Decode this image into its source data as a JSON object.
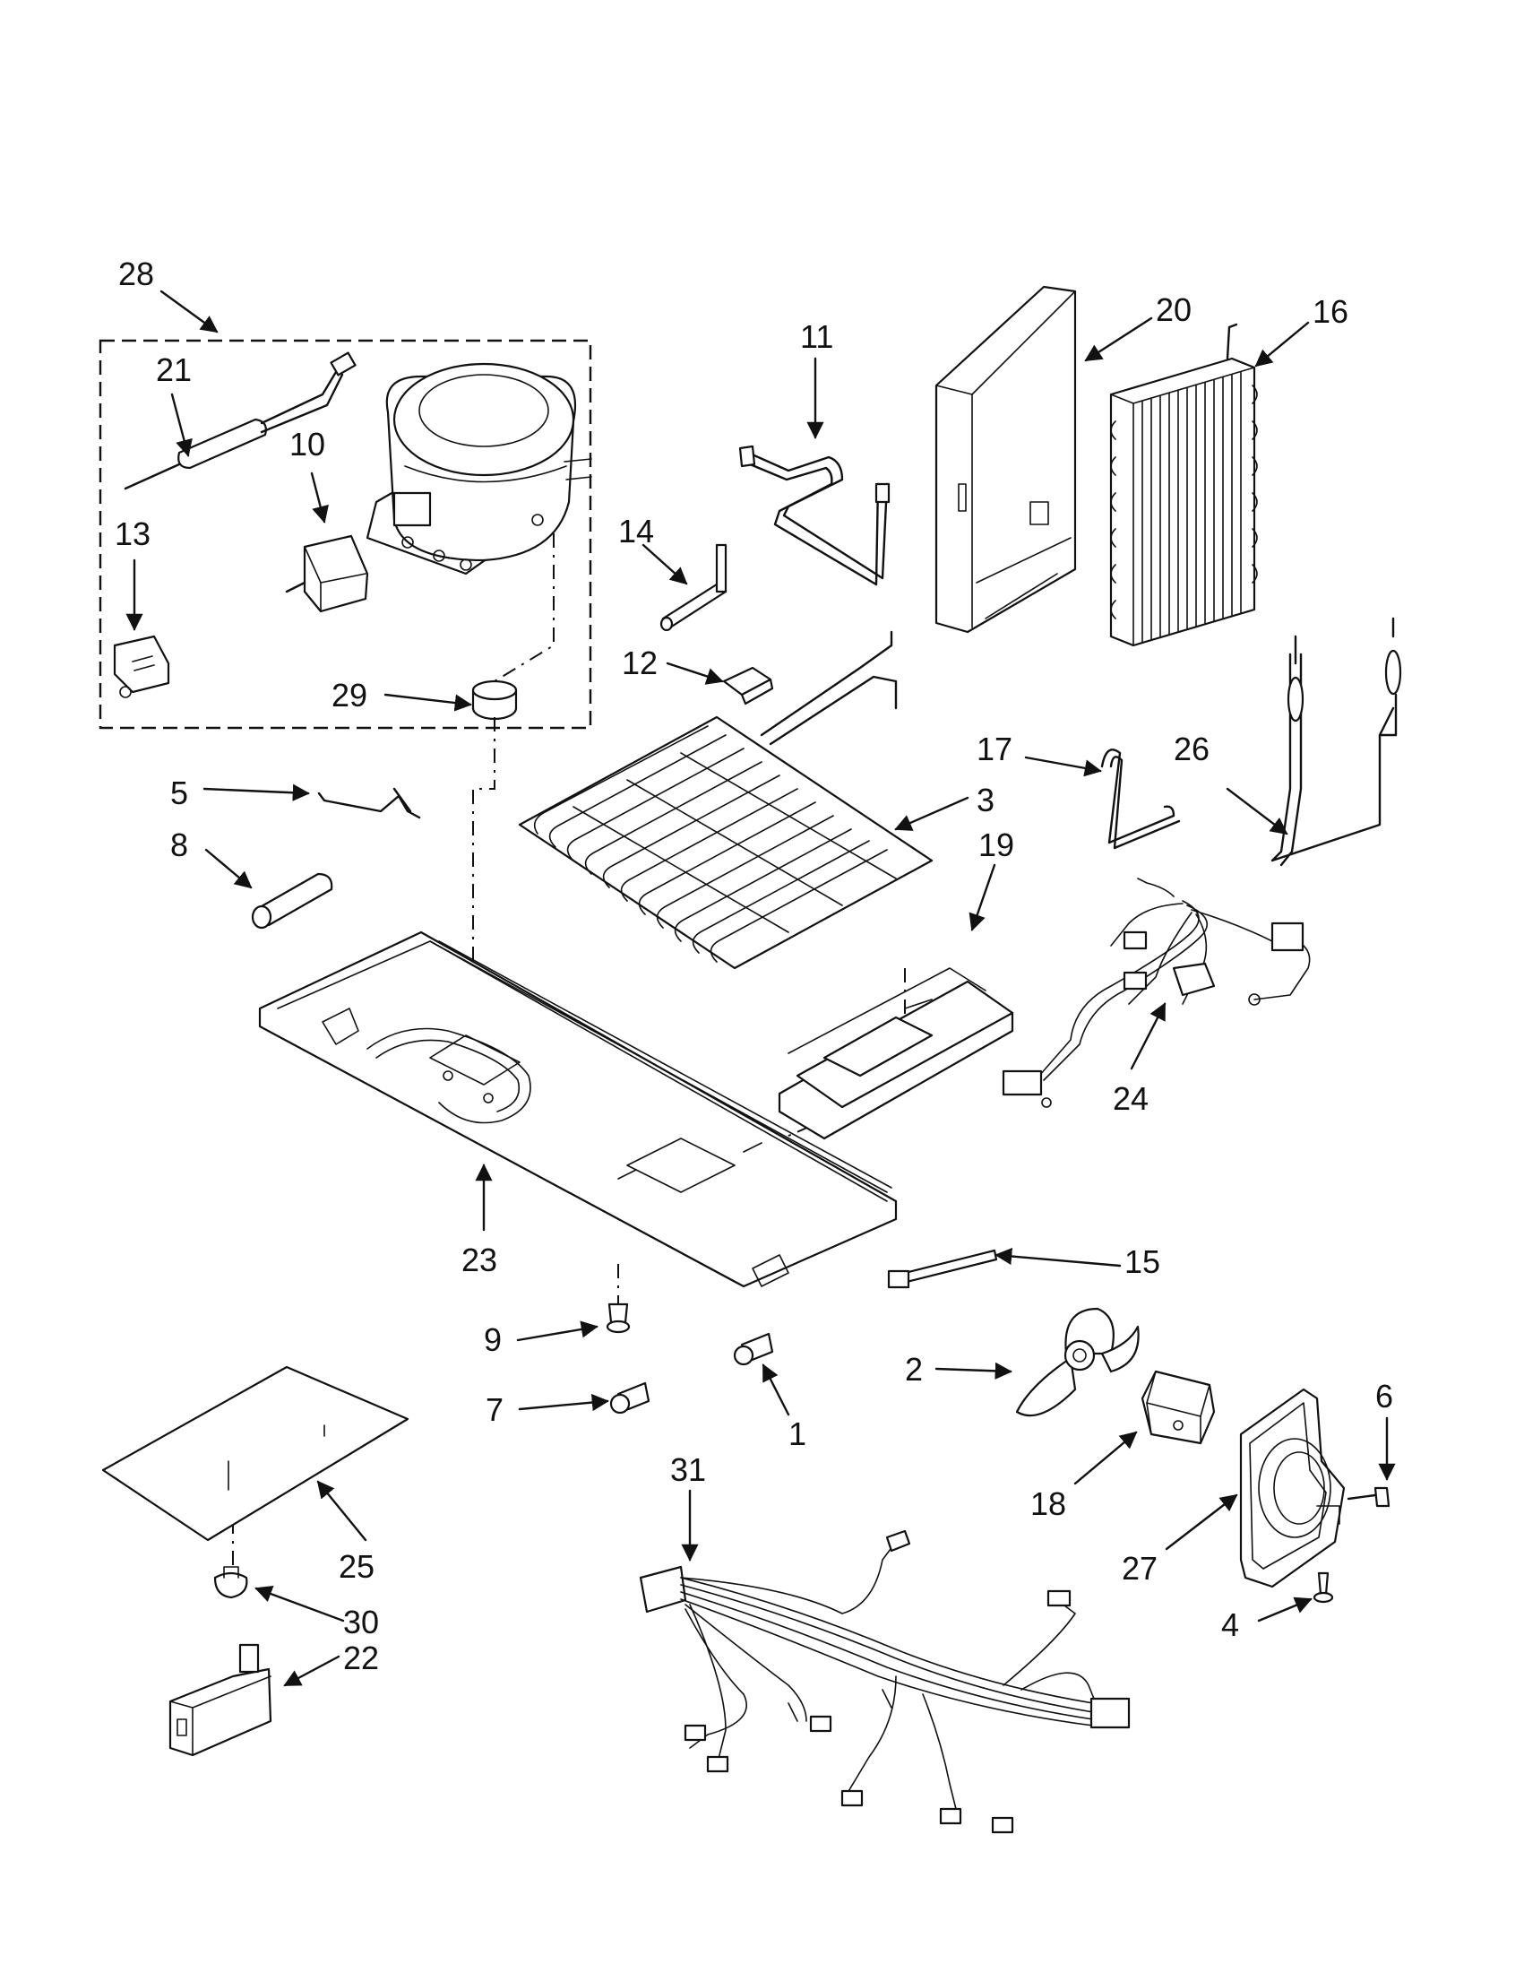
{
  "callouts": [
    "28",
    "21",
    "10",
    "13",
    "29",
    "5",
    "8",
    "14",
    "12",
    "11",
    "20",
    "16",
    "3",
    "17",
    "26",
    "19",
    "24",
    "23",
    "15",
    "9",
    "1",
    "7",
    "2",
    "18",
    "6",
    "27",
    "4",
    "25",
    "30",
    "22",
    "31"
  ],
  "colors": {
    "ink": "#111111",
    "paper": "#ffffff"
  }
}
